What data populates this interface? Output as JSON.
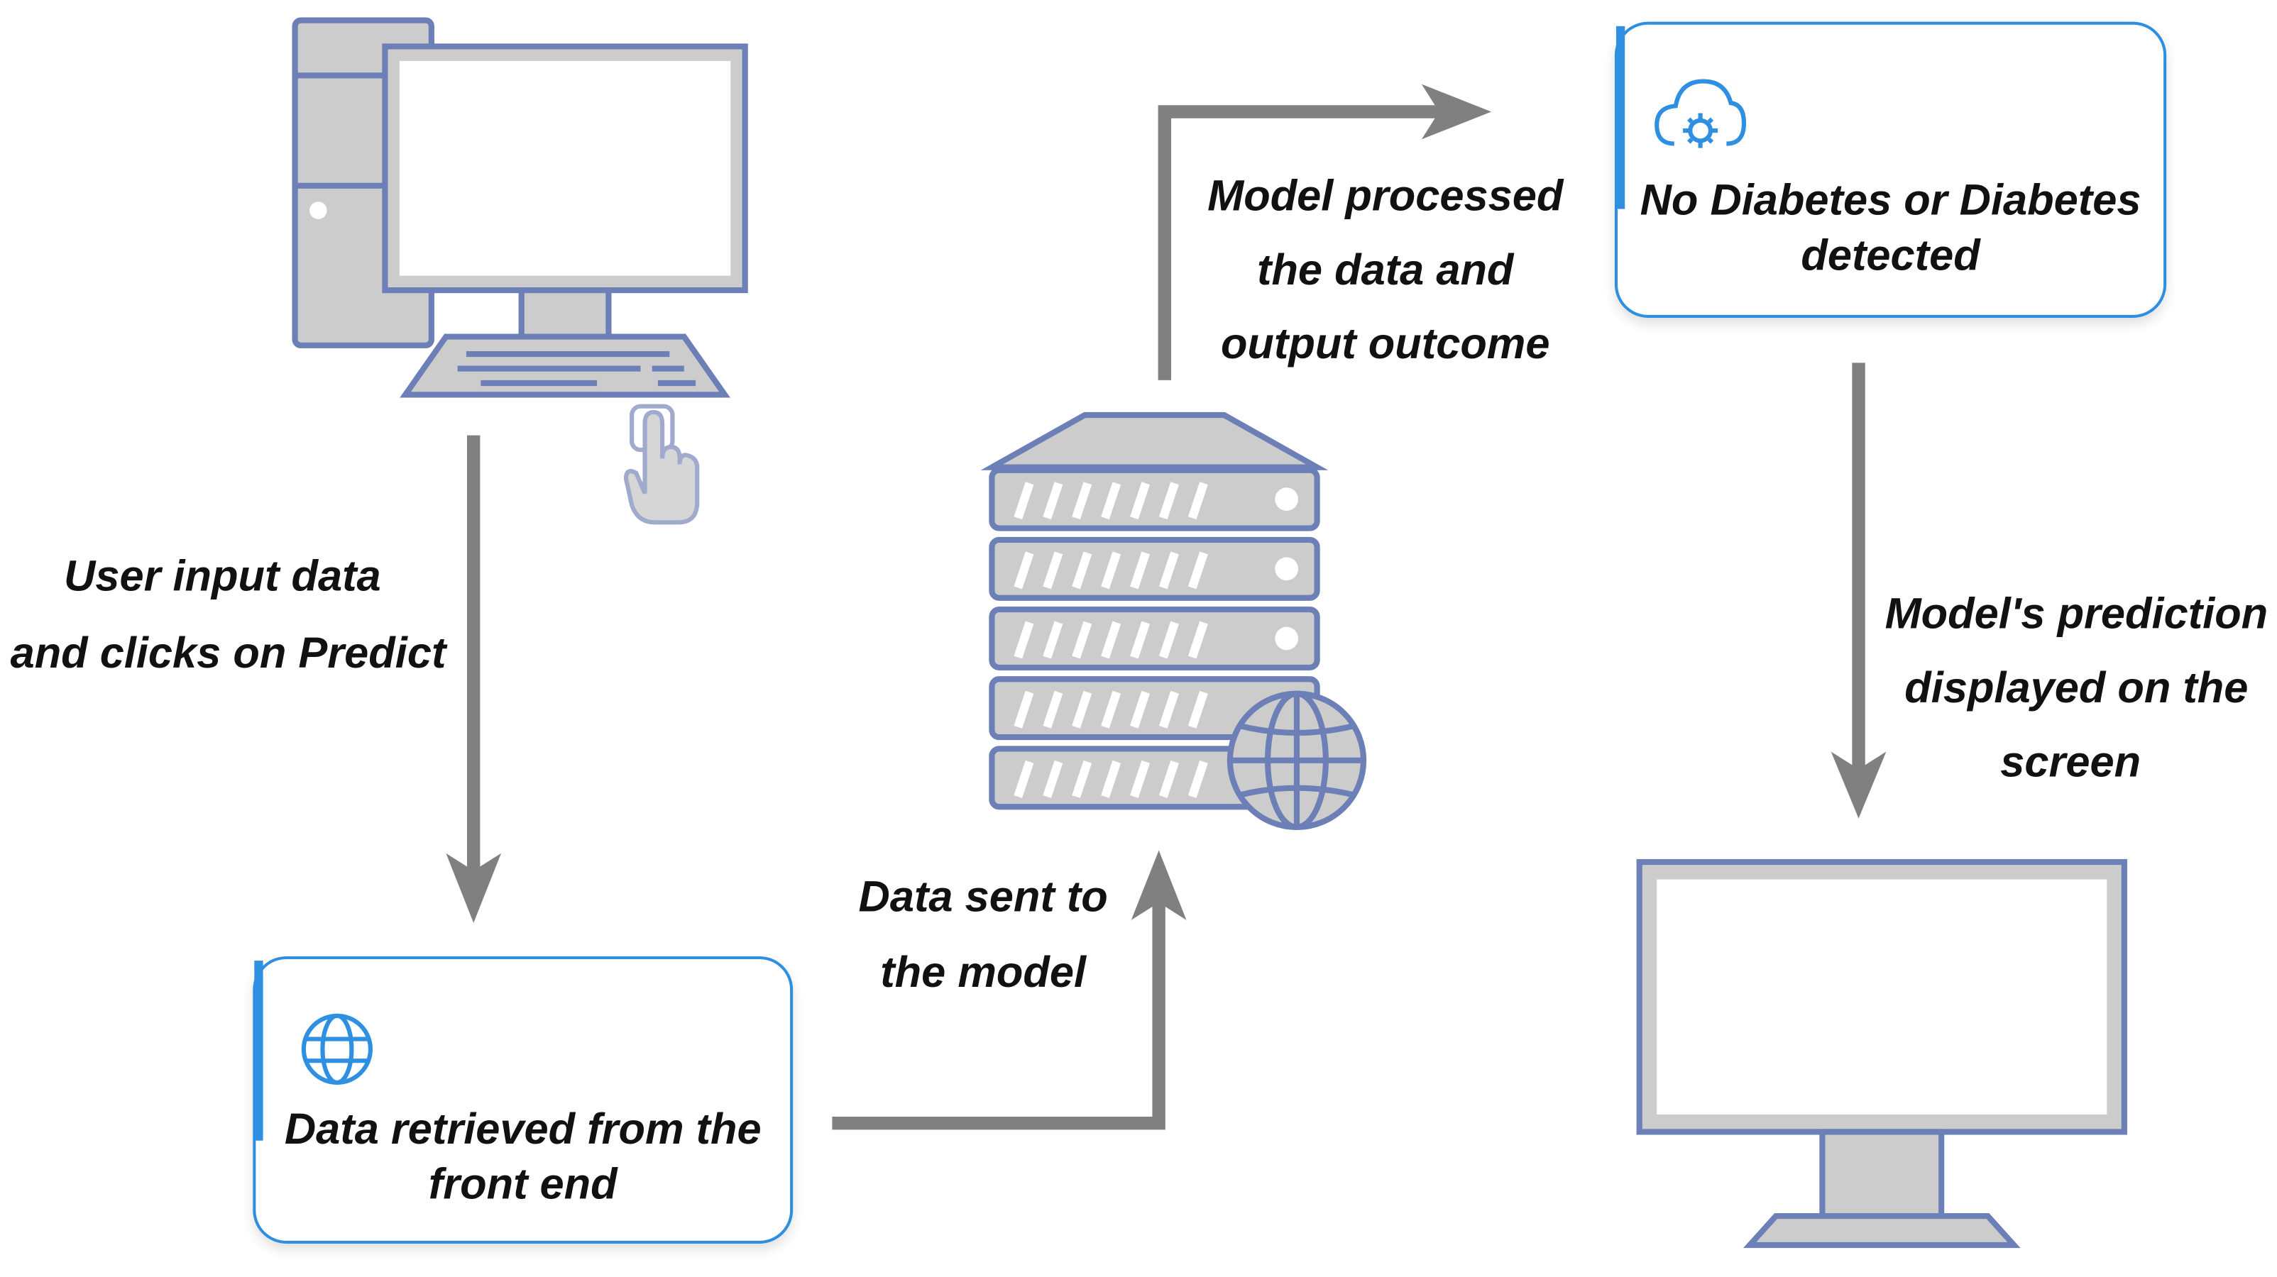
{
  "steps": {
    "user_input": {
      "line1": "User input data",
      "line2": "and clicks on Predict"
    },
    "data_sent": {
      "line1": "Data sent to",
      "line2": "the model"
    },
    "model_processed": {
      "line1": "Model processed",
      "line2": "the data and",
      "line3": "output outcome"
    },
    "prediction_displayed": {
      "line1": "Model's prediction",
      "line2": "displayed on the",
      "line3": "screen"
    }
  },
  "boxes": {
    "front_end": {
      "line1": "Data retrieved from the",
      "line2": "front end",
      "icon": "globe-icon"
    },
    "outcome": {
      "line1": "No Diabetes or Diabetes",
      "line2": "detected",
      "icon": "cloud-gear-icon"
    }
  },
  "icons": {
    "computer": "desktop-computer-icon",
    "hand": "hand-pointer-icon",
    "server": "server-icon",
    "server_globe": "globe-icon",
    "monitor": "monitor-icon"
  },
  "colors": {
    "icon_fill": "#cccccc",
    "icon_stroke": "#6c7fb6",
    "box_border": "#2f8fe0",
    "arrow": "#808080",
    "text": "#111111"
  }
}
